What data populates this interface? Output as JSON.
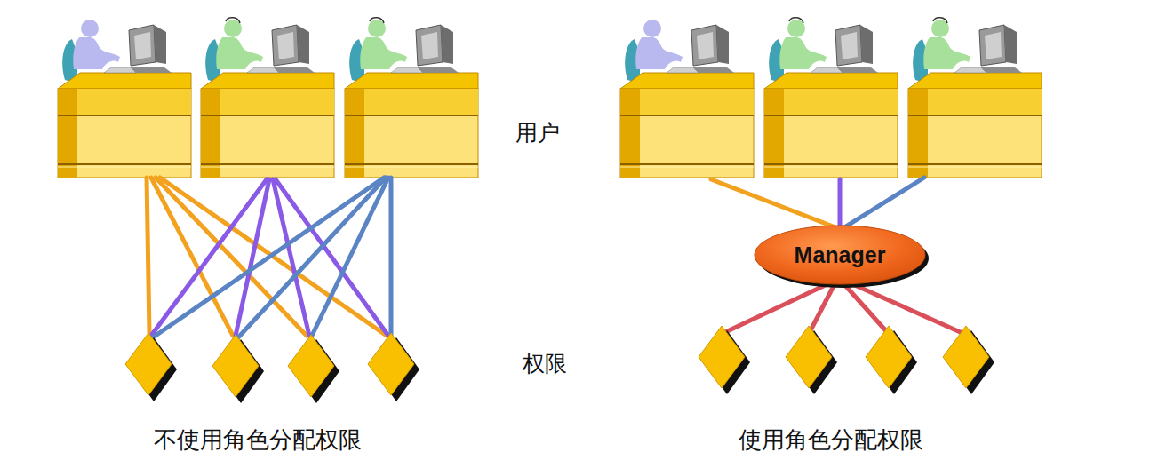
{
  "diagram": {
    "nodes": [
      {
        "text": [
          "Manager"
        ]
      }
    ],
    "labels": [
      "用户",
      "权限",
      "不使用角色分配权限",
      "使用角色分配权限"
    ]
  }
}
